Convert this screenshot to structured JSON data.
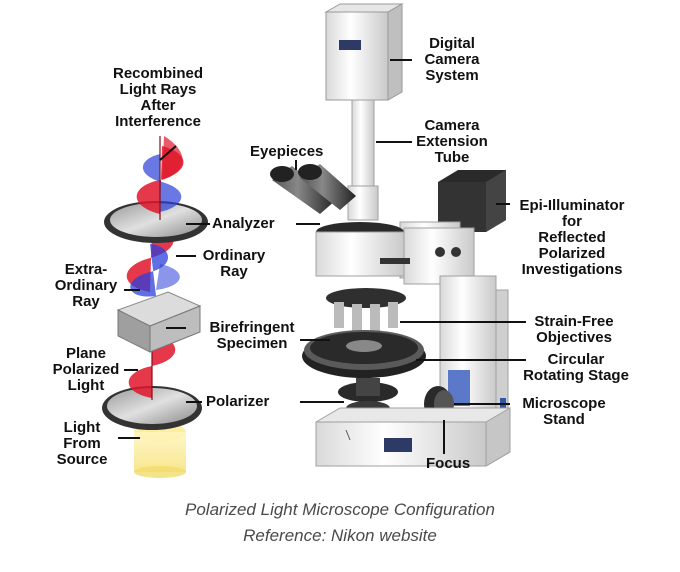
{
  "labels": {
    "recombined": "Recombined\nLight Rays\nAfter\nInterference",
    "analyzer": "Analyzer",
    "ordinary_ray": "Ordinary\nRay",
    "extra_ordinary_ray": "Extra-\nOrdinary\nRay",
    "birefringent_specimen": "Birefringent\nSpecimen",
    "plane_polarized_light": "Plane\nPolarized\nLight",
    "polarizer": "Polarizer",
    "light_from_source": "Light\nFrom\nSource",
    "digital_camera_system": "Digital\nCamera\nSystem",
    "camera_extension_tube": "Camera\nExtension\nTube",
    "eyepieces": "Eyepieces",
    "epi_illuminator": "Epi-Illuminator\nfor\nReflected\nPolarized\nInvestigations",
    "strain_free_objectives": "Strain-Free\nObjectives",
    "circular_rotating_stage": "Circular\nRotating Stage",
    "microscope_stand": "Microscope\nStand",
    "focus": "Focus"
  },
  "caption": {
    "line1": "Polarized Light Microscope Configuration",
    "line2": "Reference: Nikon website"
  },
  "colors": {
    "red_wave": "#e0162b",
    "blue_wave": "#2b3fd9",
    "microscope_body": "#f2f2f2",
    "dark_part": "#2a2a2a"
  }
}
